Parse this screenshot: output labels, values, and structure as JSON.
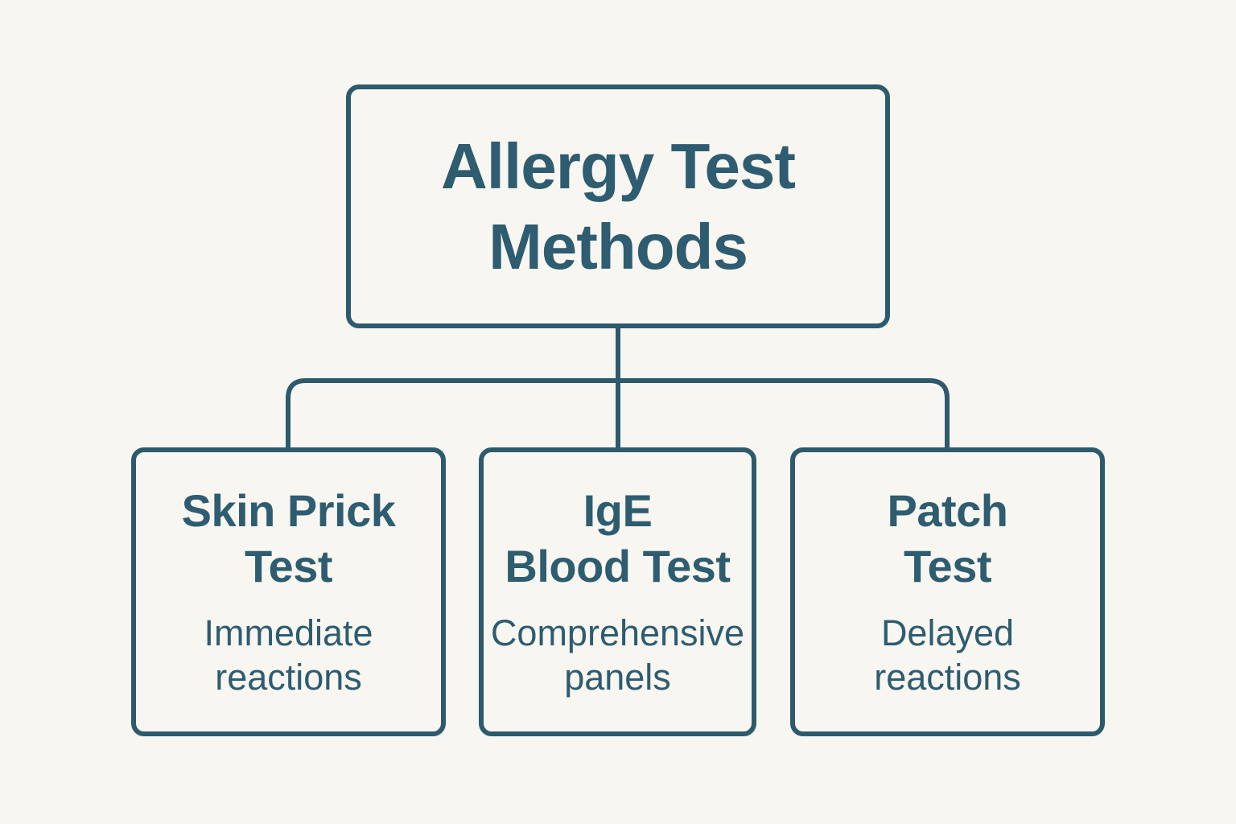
{
  "theme": {
    "background_color": "#f8f6f0",
    "line_color": "#2d5a6c",
    "text_color": "#2e5c70"
  },
  "diagram": {
    "type": "hierarchy-flowchart",
    "root_node": {
      "title": "Allergy Test\nMethods"
    },
    "child_nodes": [
      {
        "title": "Skin Prick\nTest",
        "subtitle": "Immediate\nreactions"
      },
      {
        "title": "IgE\nBlood Test",
        "subtitle": "Comprehensive\npanels"
      },
      {
        "title": "Patch\nTest",
        "subtitle": "Delayed\nreactions"
      }
    ]
  }
}
